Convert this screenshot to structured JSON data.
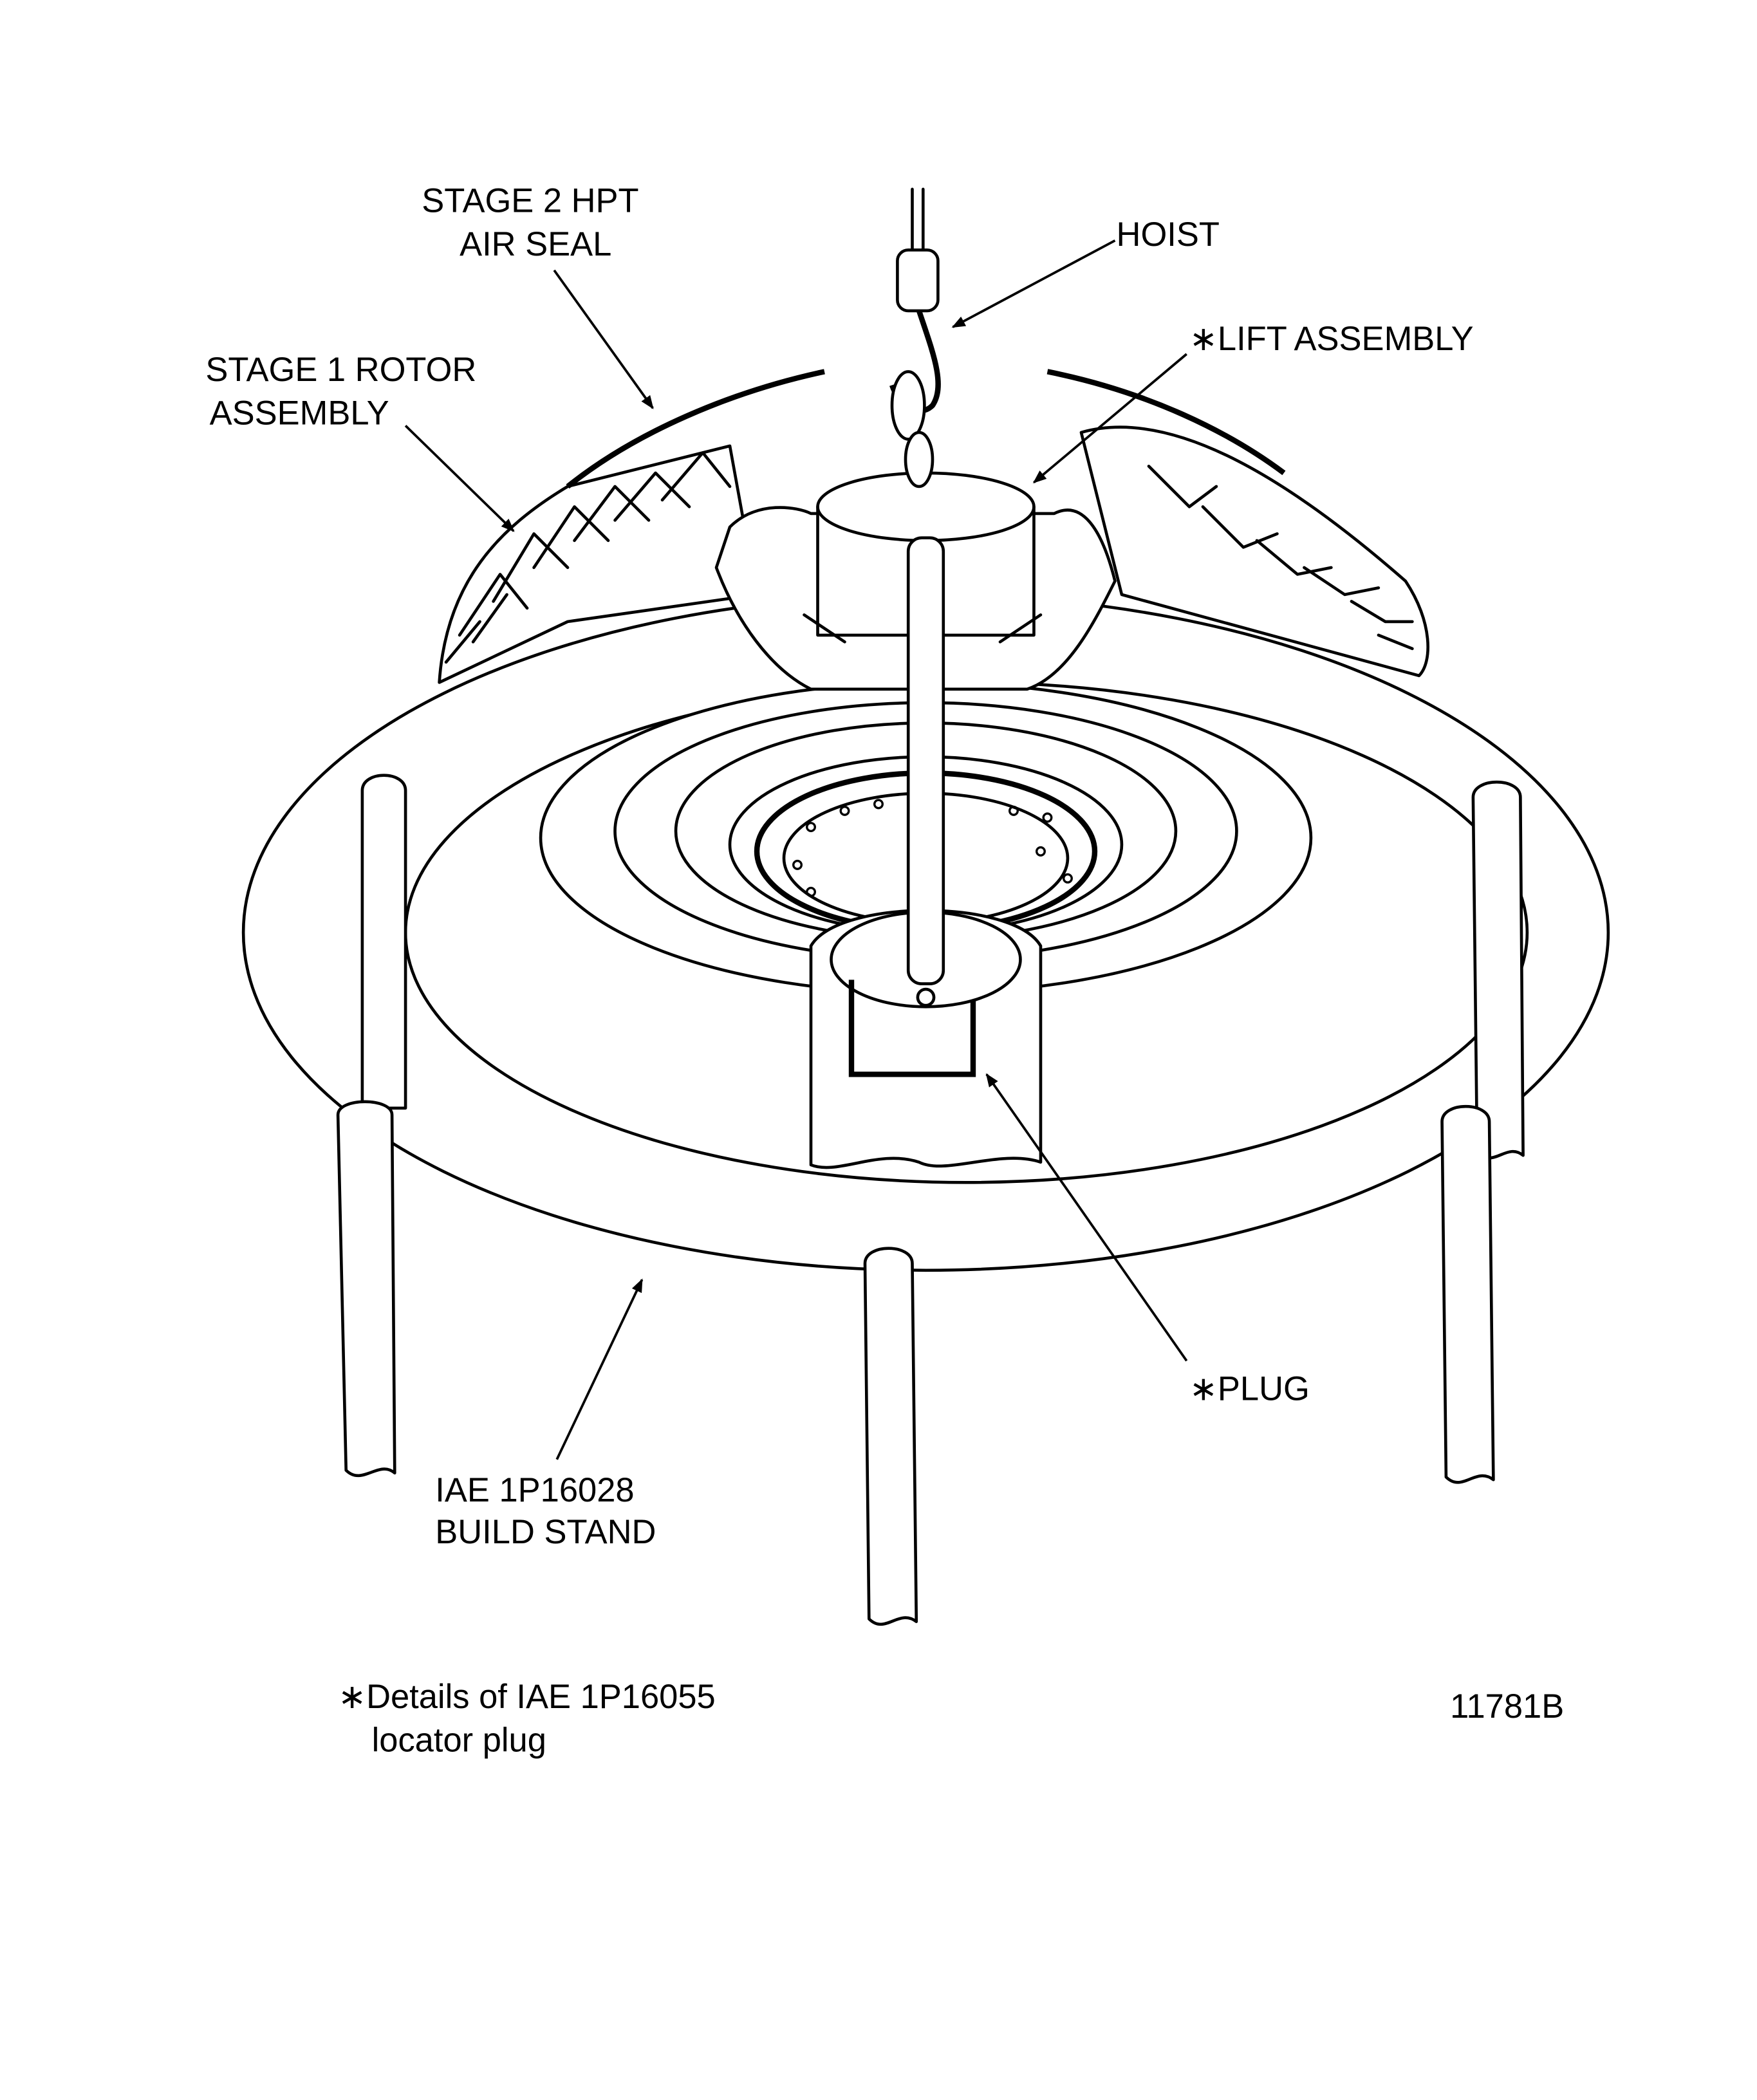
{
  "labels": {
    "stage2_line1": "STAGE 2 HPT",
    "stage2_line2": "AIR SEAL",
    "hoist": "HOIST",
    "lift_assembly": "∗LIFT ASSEMBLY",
    "stage1_line1": "STAGE 1 ROTOR",
    "stage1_line2": "ASSEMBLY",
    "plug": "∗PLUG",
    "build_stand_line1": "IAE 1P16028",
    "build_stand_line2": "BUILD STAND"
  },
  "footnote": {
    "line1": "∗Details of IAE 1P16055",
    "line2": "locator plug"
  },
  "figure_id": "11781B"
}
